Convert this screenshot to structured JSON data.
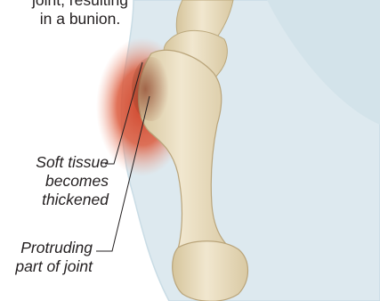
{
  "captions": {
    "top_partial": [
      "joint, resulting",
      "in a bunion."
    ],
    "soft_tissue": [
      "Soft tissue",
      "becomes",
      "thickened"
    ],
    "protruding": [
      "Protruding",
      "part of joint"
    ]
  },
  "colors": {
    "skin": "#dce9ef",
    "skin_edge": "#c6dbe4",
    "bone": "#eadfc4",
    "bone_shadow": "#cdbd97",
    "inflammation": "#d9553a",
    "leader_line": "#231f20"
  }
}
